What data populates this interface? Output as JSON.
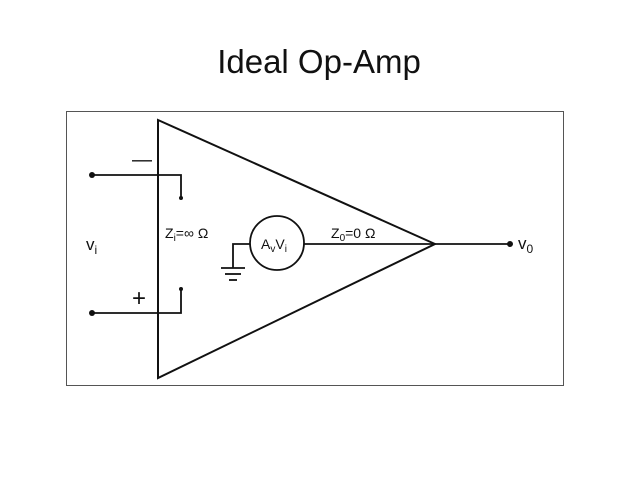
{
  "slide": {
    "title": "Ideal Op-Amp"
  },
  "diagram": {
    "minus_sign": "—",
    "plus_sign": "+",
    "input_label": {
      "main": "v",
      "sub": "i"
    },
    "output_label": {
      "main": "v",
      "sub": "0"
    },
    "input_impedance": {
      "main": "Z",
      "sub": "i",
      "rest": "=∞  Ω"
    },
    "output_impedance": {
      "main": "Z",
      "sub": "0",
      "rest": "=0 Ω"
    },
    "source_label": {
      "a": "A",
      "a_sub": "v",
      "v": "V",
      "v_sub": "i"
    },
    "colors": {
      "line": "#111111",
      "border": "#555555",
      "background": "#ffffff"
    }
  }
}
